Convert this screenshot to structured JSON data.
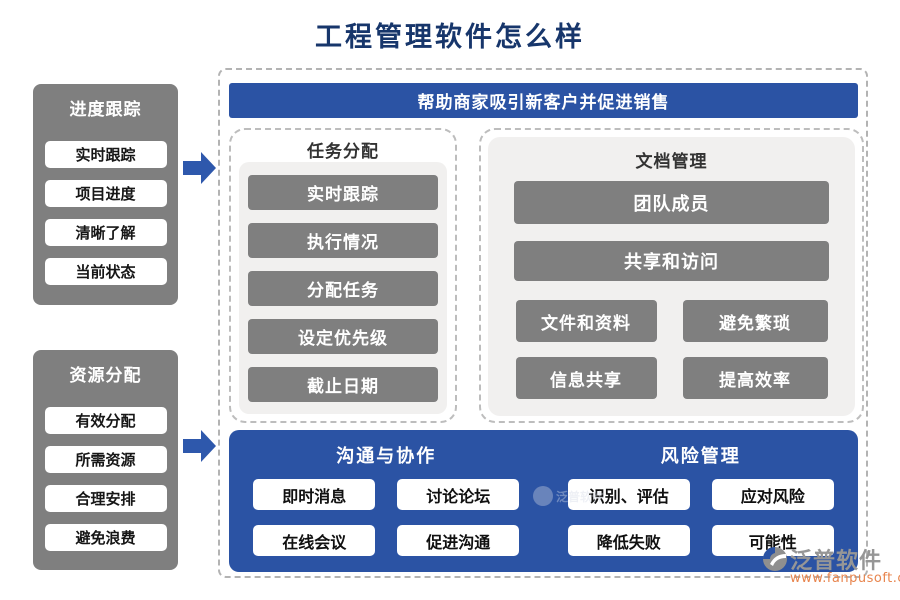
{
  "title": "工程管理软件怎么样",
  "colors": {
    "title_navy": "#17366b",
    "accent_blue": "#2b53a4",
    "arrow_blue": "#2e58ac",
    "box_gray": "#7f7f7f",
    "panel_light_gray": "#f1f0ef",
    "dashed_border": "#b3b3b3",
    "url_orange": "#e8854e"
  },
  "left": {
    "groups": [
      {
        "title": "进度跟踪",
        "items": [
          "实时跟踪",
          "项目进度",
          "清晰了解",
          "当前状态"
        ]
      },
      {
        "title": "资源分配",
        "items": [
          "有效分配",
          "所需资源",
          "合理安排",
          "避免浪费"
        ]
      }
    ]
  },
  "main": {
    "banner": "帮助商家吸引新客户并促进销售",
    "task": {
      "title": "任务分配",
      "items": [
        "实时跟踪",
        "执行情况",
        "分配任务",
        "设定优先级",
        "截止日期"
      ]
    },
    "doc": {
      "title": "文档管理",
      "full": [
        "团队成员",
        "共享和访问"
      ],
      "grid": [
        "文件和资料",
        "避免繁琐",
        "信息共享",
        "提高效率"
      ]
    },
    "bottom": {
      "sections": [
        {
          "title": "沟通与协作",
          "items": [
            "即时消息",
            "讨论论坛",
            "在线会议",
            "促进沟通"
          ]
        },
        {
          "title": "风险管理",
          "items": [
            "识别、评估",
            "应对风险",
            "降低失败",
            "可能性"
          ]
        }
      ]
    }
  },
  "watermark": {
    "center_brand": "泛普软件",
    "brand": "泛普软件",
    "url": "www.fanpusoft.com"
  }
}
